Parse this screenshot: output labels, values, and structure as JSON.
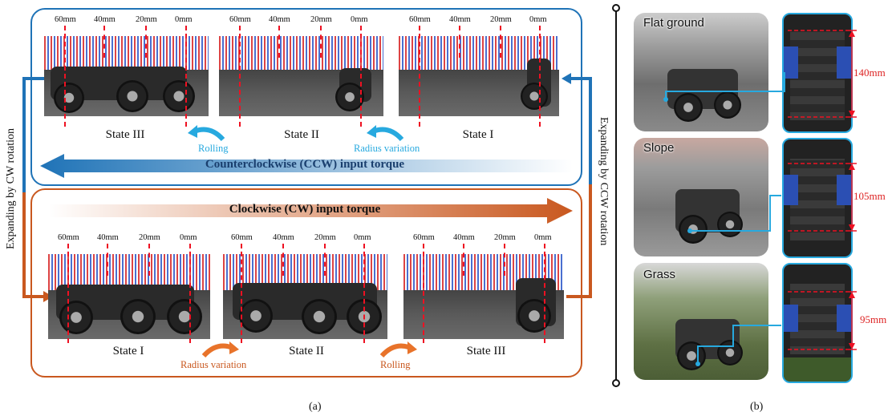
{
  "panel_a": {
    "ccw_row": {
      "mm_labels": [
        "60mm",
        "40mm",
        "20mm",
        "0mm"
      ],
      "states": [
        "State III",
        "State II",
        "State I"
      ],
      "transitions": [
        "Rolling",
        "Radius variation"
      ],
      "torque_label": "Counterclockwise (CCW) input torque"
    },
    "cw_row": {
      "mm_labels": [
        "60mm",
        "40mm",
        "20mm",
        "0mm"
      ],
      "states": [
        "State I",
        "State II",
        "State III"
      ],
      "transitions": [
        "Radius variation",
        "Rolling"
      ],
      "torque_label": "Clockwise (CW) input torque"
    },
    "left_side_label": "Expanding by CW rotation",
    "right_side_label": "Expanding by CCW rotation",
    "caption": "(a)"
  },
  "panel_b": {
    "scenes": [
      {
        "name": "Flat ground",
        "height": "140mm"
      },
      {
        "name": "Slope",
        "height": "105mm"
      },
      {
        "name": "Grass",
        "height": "95mm"
      }
    ],
    "caption": "(b)"
  },
  "colors": {
    "blue": "#1f73b7",
    "orange": "#c9581f",
    "light_blue": "#27a9df",
    "red": "#e12222"
  }
}
